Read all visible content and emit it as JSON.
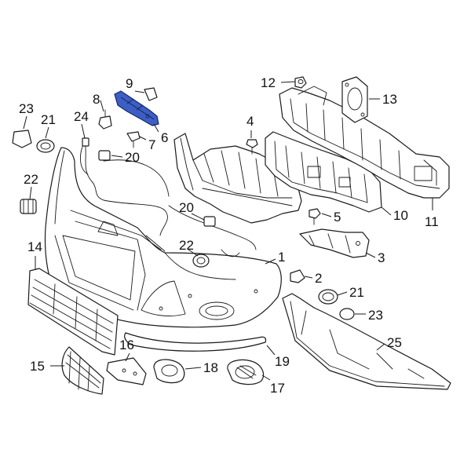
{
  "diagram": {
    "highlight_color": "#3d5fc4",
    "highlighted_part": "6",
    "callouts": [
      "1",
      "2",
      "3",
      "4",
      "5",
      "6",
      "7",
      "8",
      "9",
      "10",
      "11",
      "12",
      "13",
      "14",
      "15",
      "16",
      "17",
      "18",
      "19",
      "20",
      "20",
      "21",
      "21",
      "22",
      "22",
      "23",
      "23",
      "24",
      "25"
    ]
  }
}
